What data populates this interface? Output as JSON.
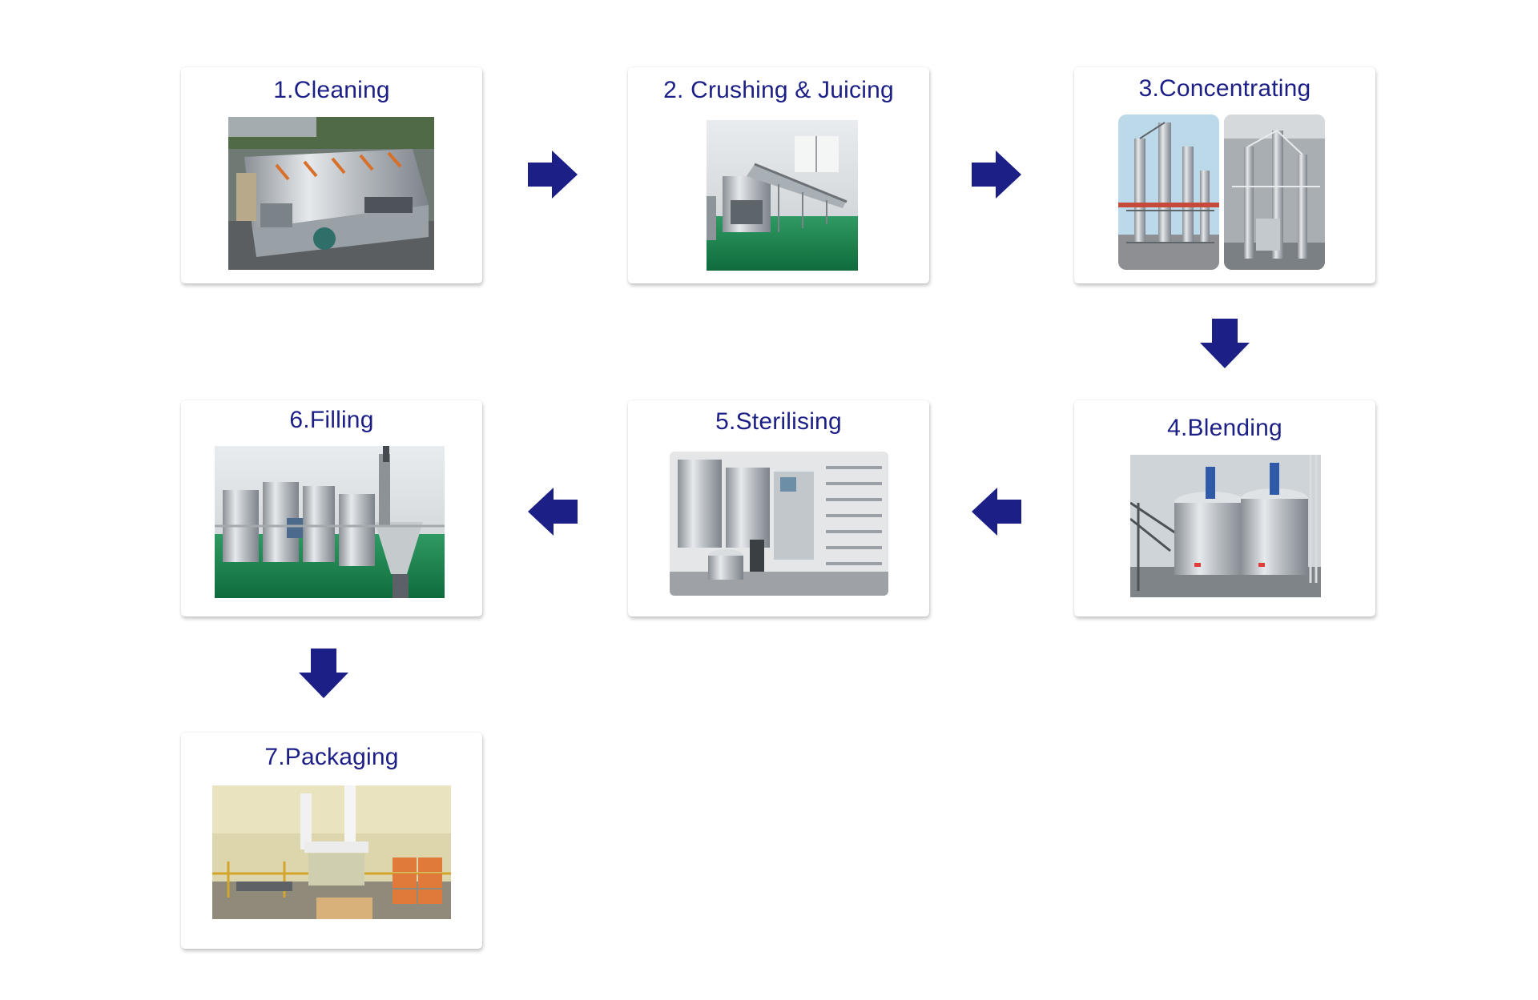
{
  "steps": [
    {
      "label": "1.Cleaning"
    },
    {
      "label": "2. Crushing & Juicing"
    },
    {
      "label": "3.Concentrating"
    },
    {
      "label": "4.Blending"
    },
    {
      "label": "5.Sterilising"
    },
    {
      "label": "6.Filling"
    },
    {
      "label": "7.Packaging"
    }
  ],
  "colors": {
    "title": "#1c1f86",
    "arrow": "#1c1f86"
  },
  "icons": {
    "arrow_right": "arrow-right-icon",
    "arrow_left": "arrow-left-icon",
    "arrow_down": "arrow-down-icon"
  }
}
